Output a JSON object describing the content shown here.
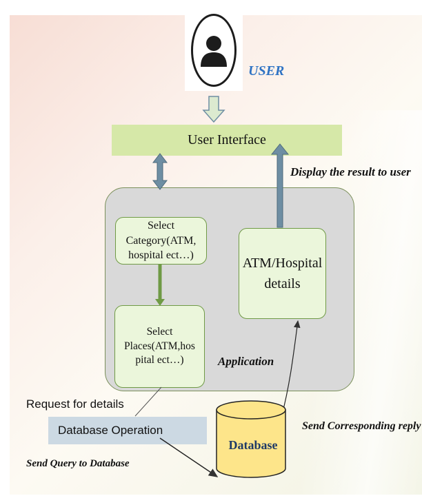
{
  "diagram": {
    "user_label": "USER",
    "user_icon": "user-avatar-icon",
    "ui_label": "User Interface",
    "display_label": "Display the result to user",
    "application_label": "Application",
    "select_category": "Select\nCategory(ATM,\nhospital ect…)",
    "select_places": "Select\nPlaces(ATM,hos\npital ect…)",
    "atm_details": "ATM/Hospital\ndetails",
    "request_label": "Request for details",
    "db_operation": "Database Operation",
    "send_query": "Send Query to Database",
    "send_reply": "Send Corresponding reply",
    "database": "Database"
  },
  "colors": {
    "ui_bar": "#d6e8a8",
    "application_box": "#d9d9d9",
    "node_fill": "#ebf6db",
    "node_border": "#6f9a45",
    "arrow_blue_gray": "#6e8ea3",
    "database_fill": "#fde58a",
    "db_operation_fill": "#ccd9e3",
    "user_label": "#2f73c4"
  }
}
